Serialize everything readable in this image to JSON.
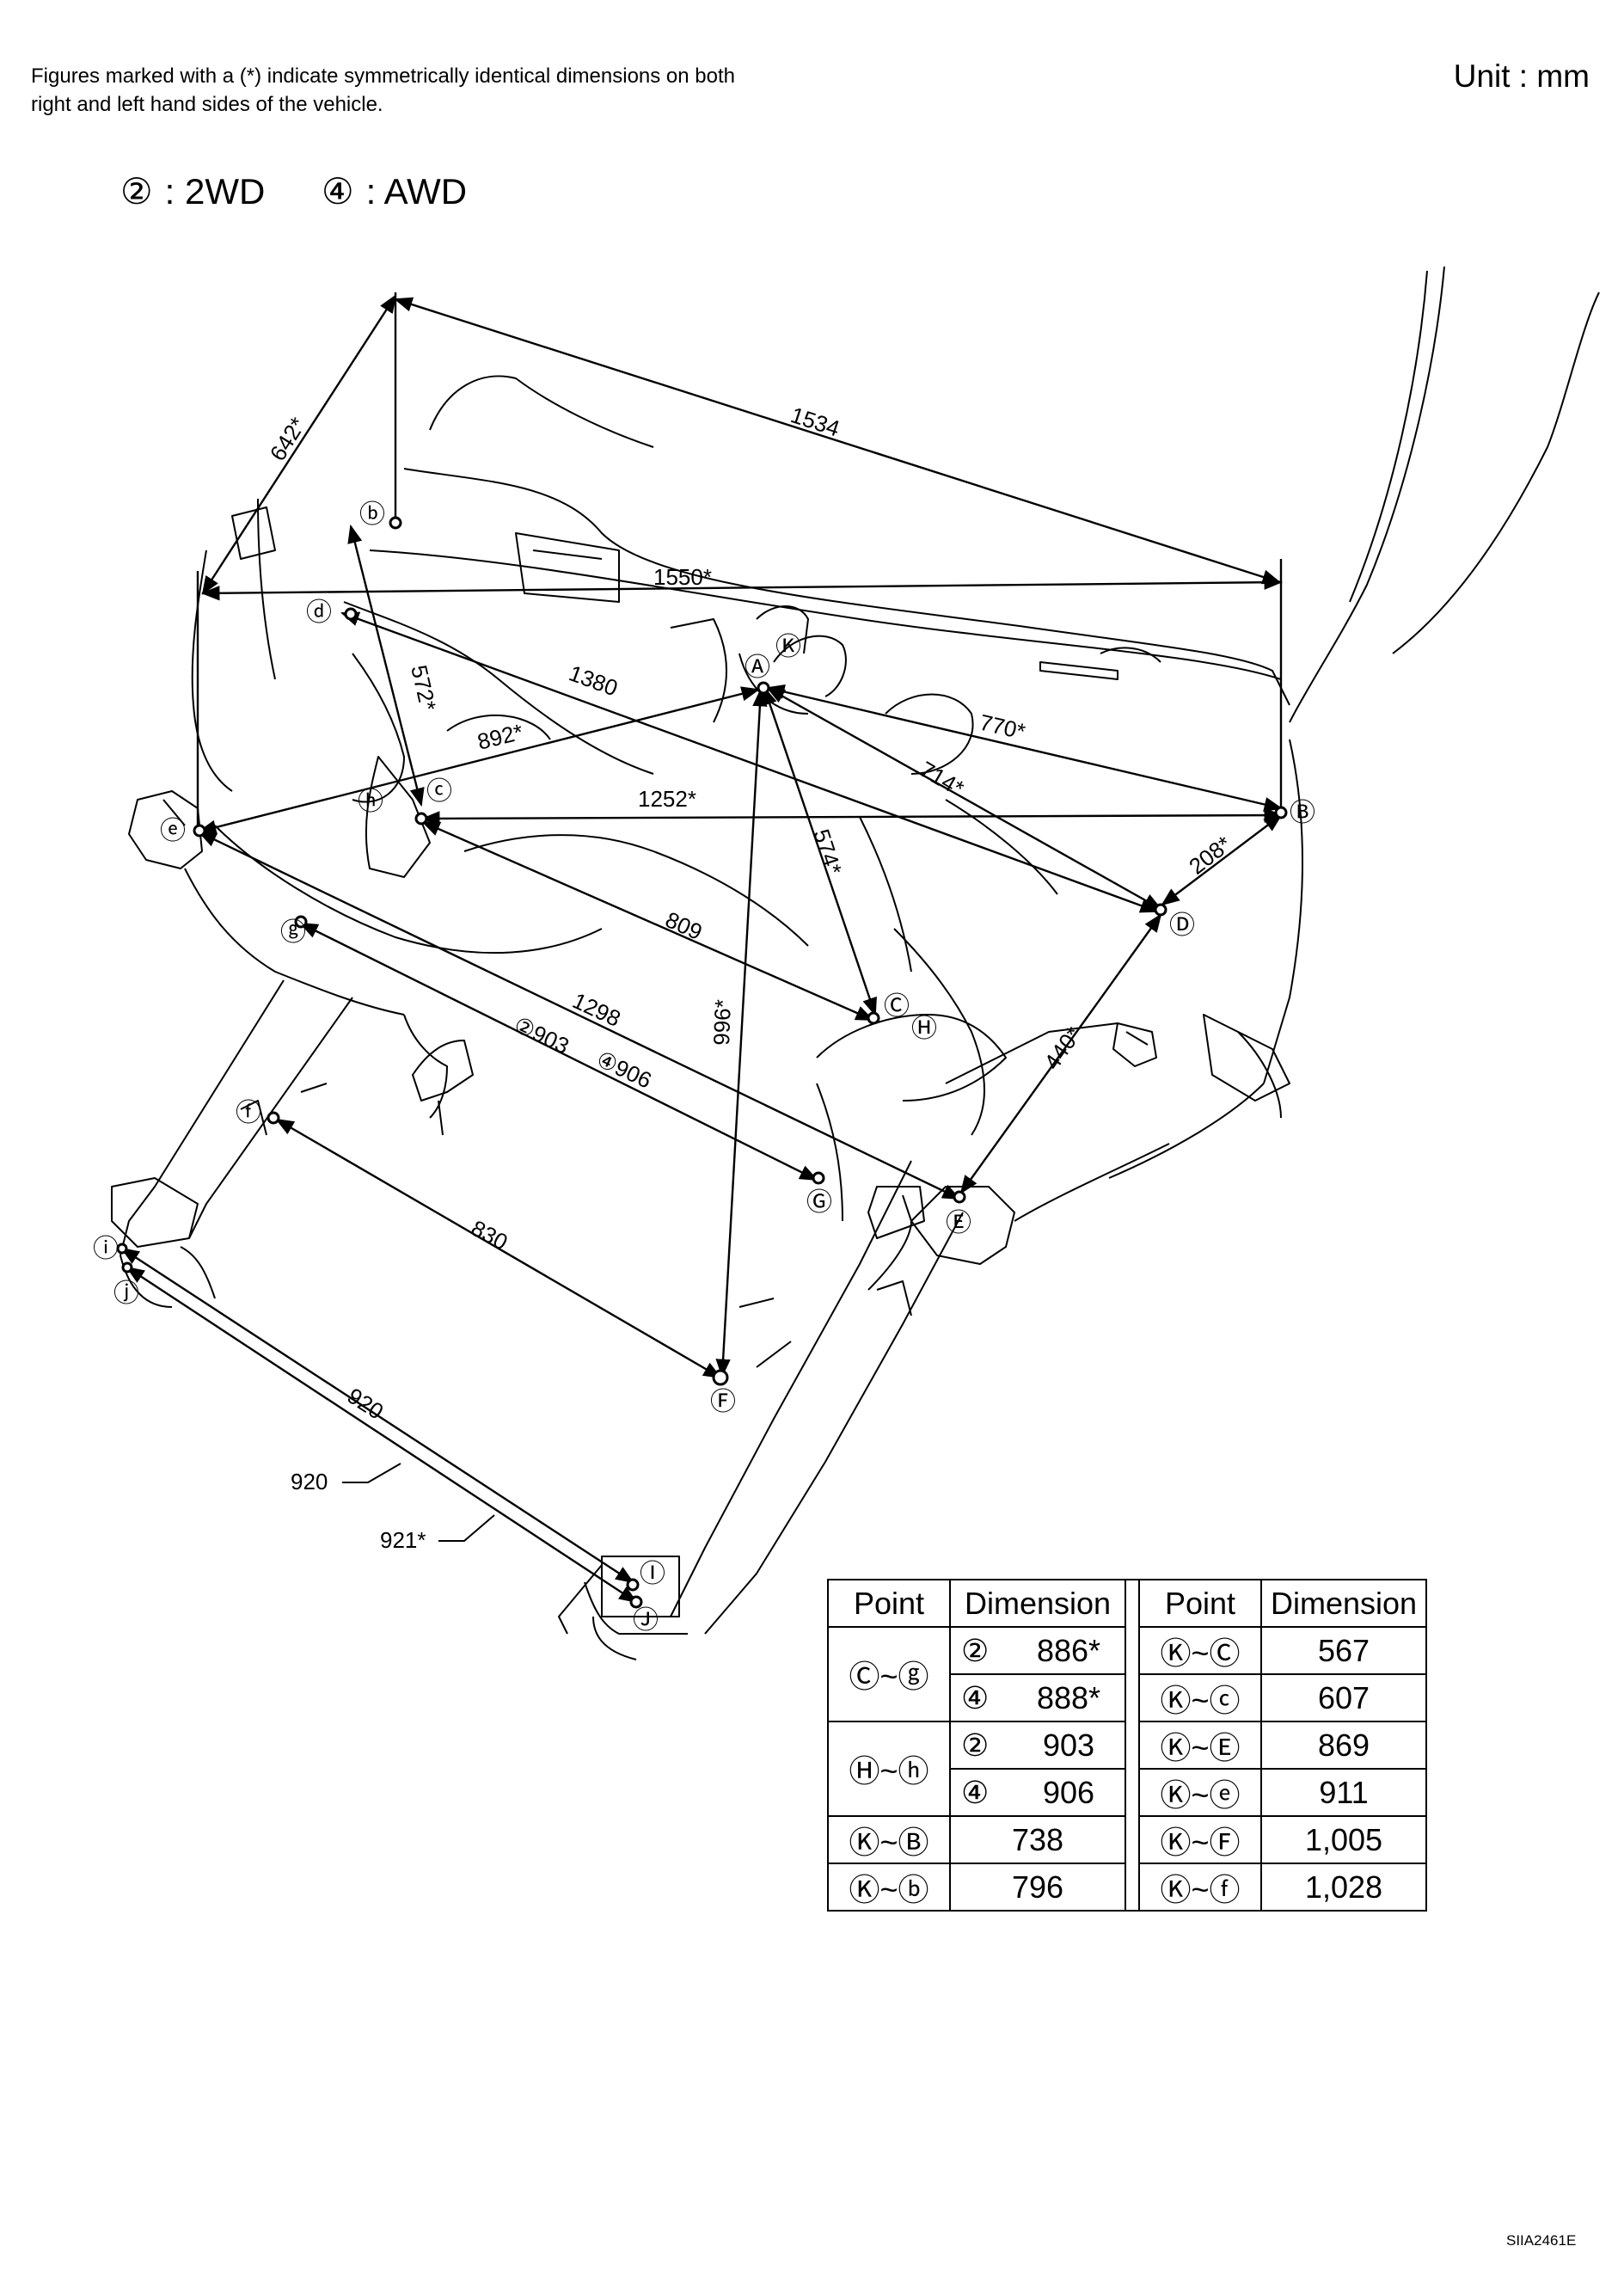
{
  "note": "Figures marked with a (*) indicate symmetrically identical dimensions on both right and left hand sides of the vehicle.",
  "unit": "Unit : mm",
  "legend": {
    "wd2_symbol": "②",
    "wd2_text": ": 2WD",
    "awd_symbol": "④",
    "awd_text": ":  AWD"
  },
  "dimensions": {
    "d1534": "1534",
    "d642": "642*",
    "d1550": "1550*",
    "d572": "572*",
    "d1380": "1380",
    "d892": "892*",
    "d770": "770*",
    "d714": "714*",
    "d1252": "1252*",
    "d574": "574*",
    "d208": "208*",
    "d809": "809",
    "d1298": "1298",
    "d903": "②903",
    "d906": "④906",
    "d996": "996*",
    "d440": "440*",
    "d830": "830",
    "d920a": "920",
    "d920b": "920",
    "d921": "921*"
  },
  "points": {
    "A": "Ⓐ",
    "B": "Ⓑ",
    "C": "Ⓒ",
    "D": "Ⓓ",
    "E": "Ⓔ",
    "F": "Ⓕ",
    "G": "Ⓖ",
    "H": "Ⓗ",
    "I": "Ⓘ",
    "J": "Ⓙ",
    "K": "Ⓚ",
    "b": "ⓑ",
    "c": "ⓒ",
    "d": "ⓓ",
    "e": "ⓔ",
    "f": "ⓕ",
    "g": "ⓖ",
    "h": "ⓗ",
    "i": "ⓘ",
    "j": "ⓙ"
  },
  "table": {
    "headers": [
      "Point",
      "Dimension",
      "Point",
      "Dimension"
    ],
    "rows": [
      {
        "p1": "Ⓒ~ⓖ",
        "m1": "②",
        "v1": "886*",
        "p2": "Ⓚ~Ⓒ",
        "v2": "567"
      },
      {
        "m1": "④",
        "v1": "888*",
        "p2": "Ⓚ~ⓒ",
        "v2": "607"
      },
      {
        "p1": "Ⓗ~ⓗ",
        "m1": "②",
        "v1": "903",
        "p2": "Ⓚ~Ⓔ",
        "v2": "869"
      },
      {
        "m1": "④",
        "v1": "906",
        "p2": "Ⓚ~ⓔ",
        "v2": "911"
      },
      {
        "p1": "Ⓚ~Ⓑ",
        "v1": "738",
        "p2": "Ⓚ~Ⓕ",
        "v2": "1,005"
      },
      {
        "p1": "Ⓚ~ⓑ",
        "v1": "796",
        "p2": "Ⓚ~ⓕ",
        "v2": "1,028"
      }
    ]
  },
  "figure_code": "SIIA2461E"
}
